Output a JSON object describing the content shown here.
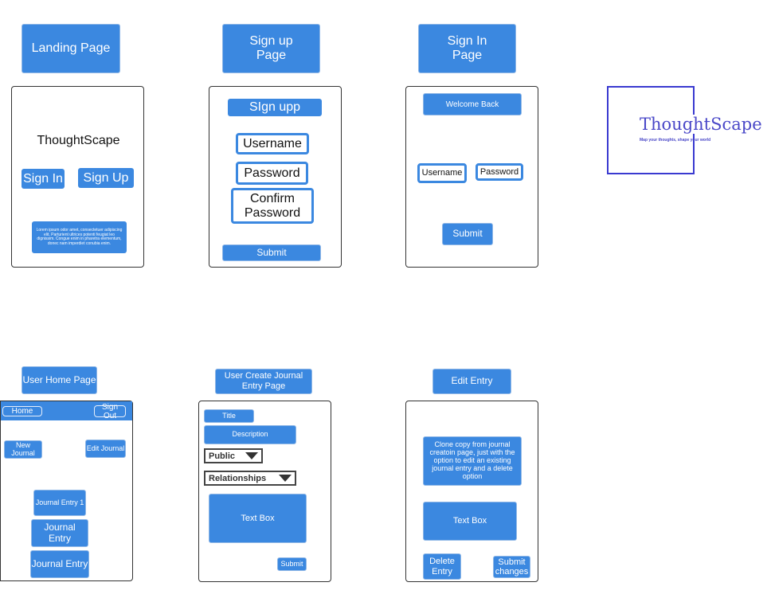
{
  "landing": {
    "header": "Landing Page",
    "app_name": "ThoughtScape",
    "sign_in": "Sign In",
    "sign_up": "Sign Up",
    "lorem": "Lorem ipsum odor amet, consectetuer adipiscing elit. Parturient ultrices potenti feugiat leo dignissim. Congue enim in pharetra elementum, donec nam imperdiet conubia enim."
  },
  "signup": {
    "header_line1": "Sign up",
    "header_line2": "Page",
    "title": "SIgn upp",
    "username": "Username",
    "password": "Password",
    "confirm_line1": "Confirm",
    "confirm_line2": "Password",
    "submit": "Submit"
  },
  "signin": {
    "header_line1": "Sign In",
    "header_line2": "Page",
    "welcome": "Welcome Back",
    "username": "Username",
    "password": "Password",
    "submit": "Submit"
  },
  "logo": {
    "name": "ThoughtScape",
    "tagline": "Map your thoughts, shape your world"
  },
  "home": {
    "header": "User Home Page",
    "home": "Home",
    "sign_out": "Sign Out",
    "new_journal_line1": "New",
    "new_journal_line2": "Journal",
    "edit_journal": "Edit Journal",
    "entry1": "Journal Entry 1",
    "entry2": "Journal Entry",
    "entry3": "Journal Entry"
  },
  "create": {
    "header_line1": "User Create Journal",
    "header_line2": "Entry Page",
    "title": "Title",
    "description": "Description",
    "visibility": "Public",
    "category": "Relationships",
    "text_box": "Text Box",
    "submit": "Submit"
  },
  "edit": {
    "header": "Edit Entry",
    "note": "Clone copy from journal creatoin page, just with the option to edit an existing journal entry and a delete option",
    "text_box": "Text Box",
    "delete_line1": "Delete",
    "delete_line2": "Entry",
    "submit_line1": "Submit",
    "submit_line2": "changes"
  },
  "colors": {
    "accent": "#3b88e0",
    "logo_border": "#3a3ad0",
    "logo_text": "#4a48c8"
  }
}
